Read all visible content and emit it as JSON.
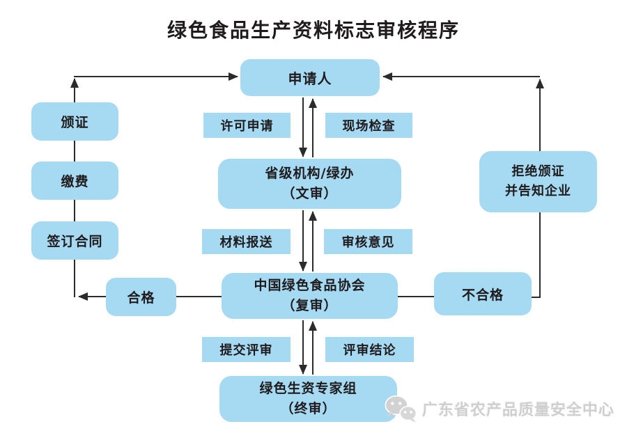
{
  "title": "绿色食品生产资料标志审核程序",
  "colors": {
    "box_fill": "#a6d9f2",
    "line_color": "#2b2b2b",
    "text_color": "#1f1b1c",
    "watermark_color": "#cfcfcf"
  },
  "nodes": {
    "applicant": {
      "label": "申请人"
    },
    "provincial": {
      "line1": "省级机构/绿办",
      "line2": "（文审）"
    },
    "association": {
      "line1": "中国绿色食品协会",
      "line2": "（复审）"
    },
    "experts": {
      "line1": "绿色生资专家组",
      "line2": "（终审）"
    },
    "certify": {
      "label": "颁证"
    },
    "pay": {
      "label": "缴费"
    },
    "contract": {
      "label": "签订合同"
    },
    "pass": {
      "label": "合格"
    },
    "fail": {
      "label": "不合格"
    },
    "reject": {
      "line1": "拒绝颁证",
      "line2": "并告知企业"
    }
  },
  "labels": {
    "permit": "许可申请",
    "inspection": "现场检查",
    "material": "材料报送",
    "opinion": "审核意见",
    "submit": "提交评审",
    "conclusion": "评审结论"
  },
  "watermark": {
    "icon": "wechat-icon",
    "text": "广东省农产品质量安全中心"
  }
}
